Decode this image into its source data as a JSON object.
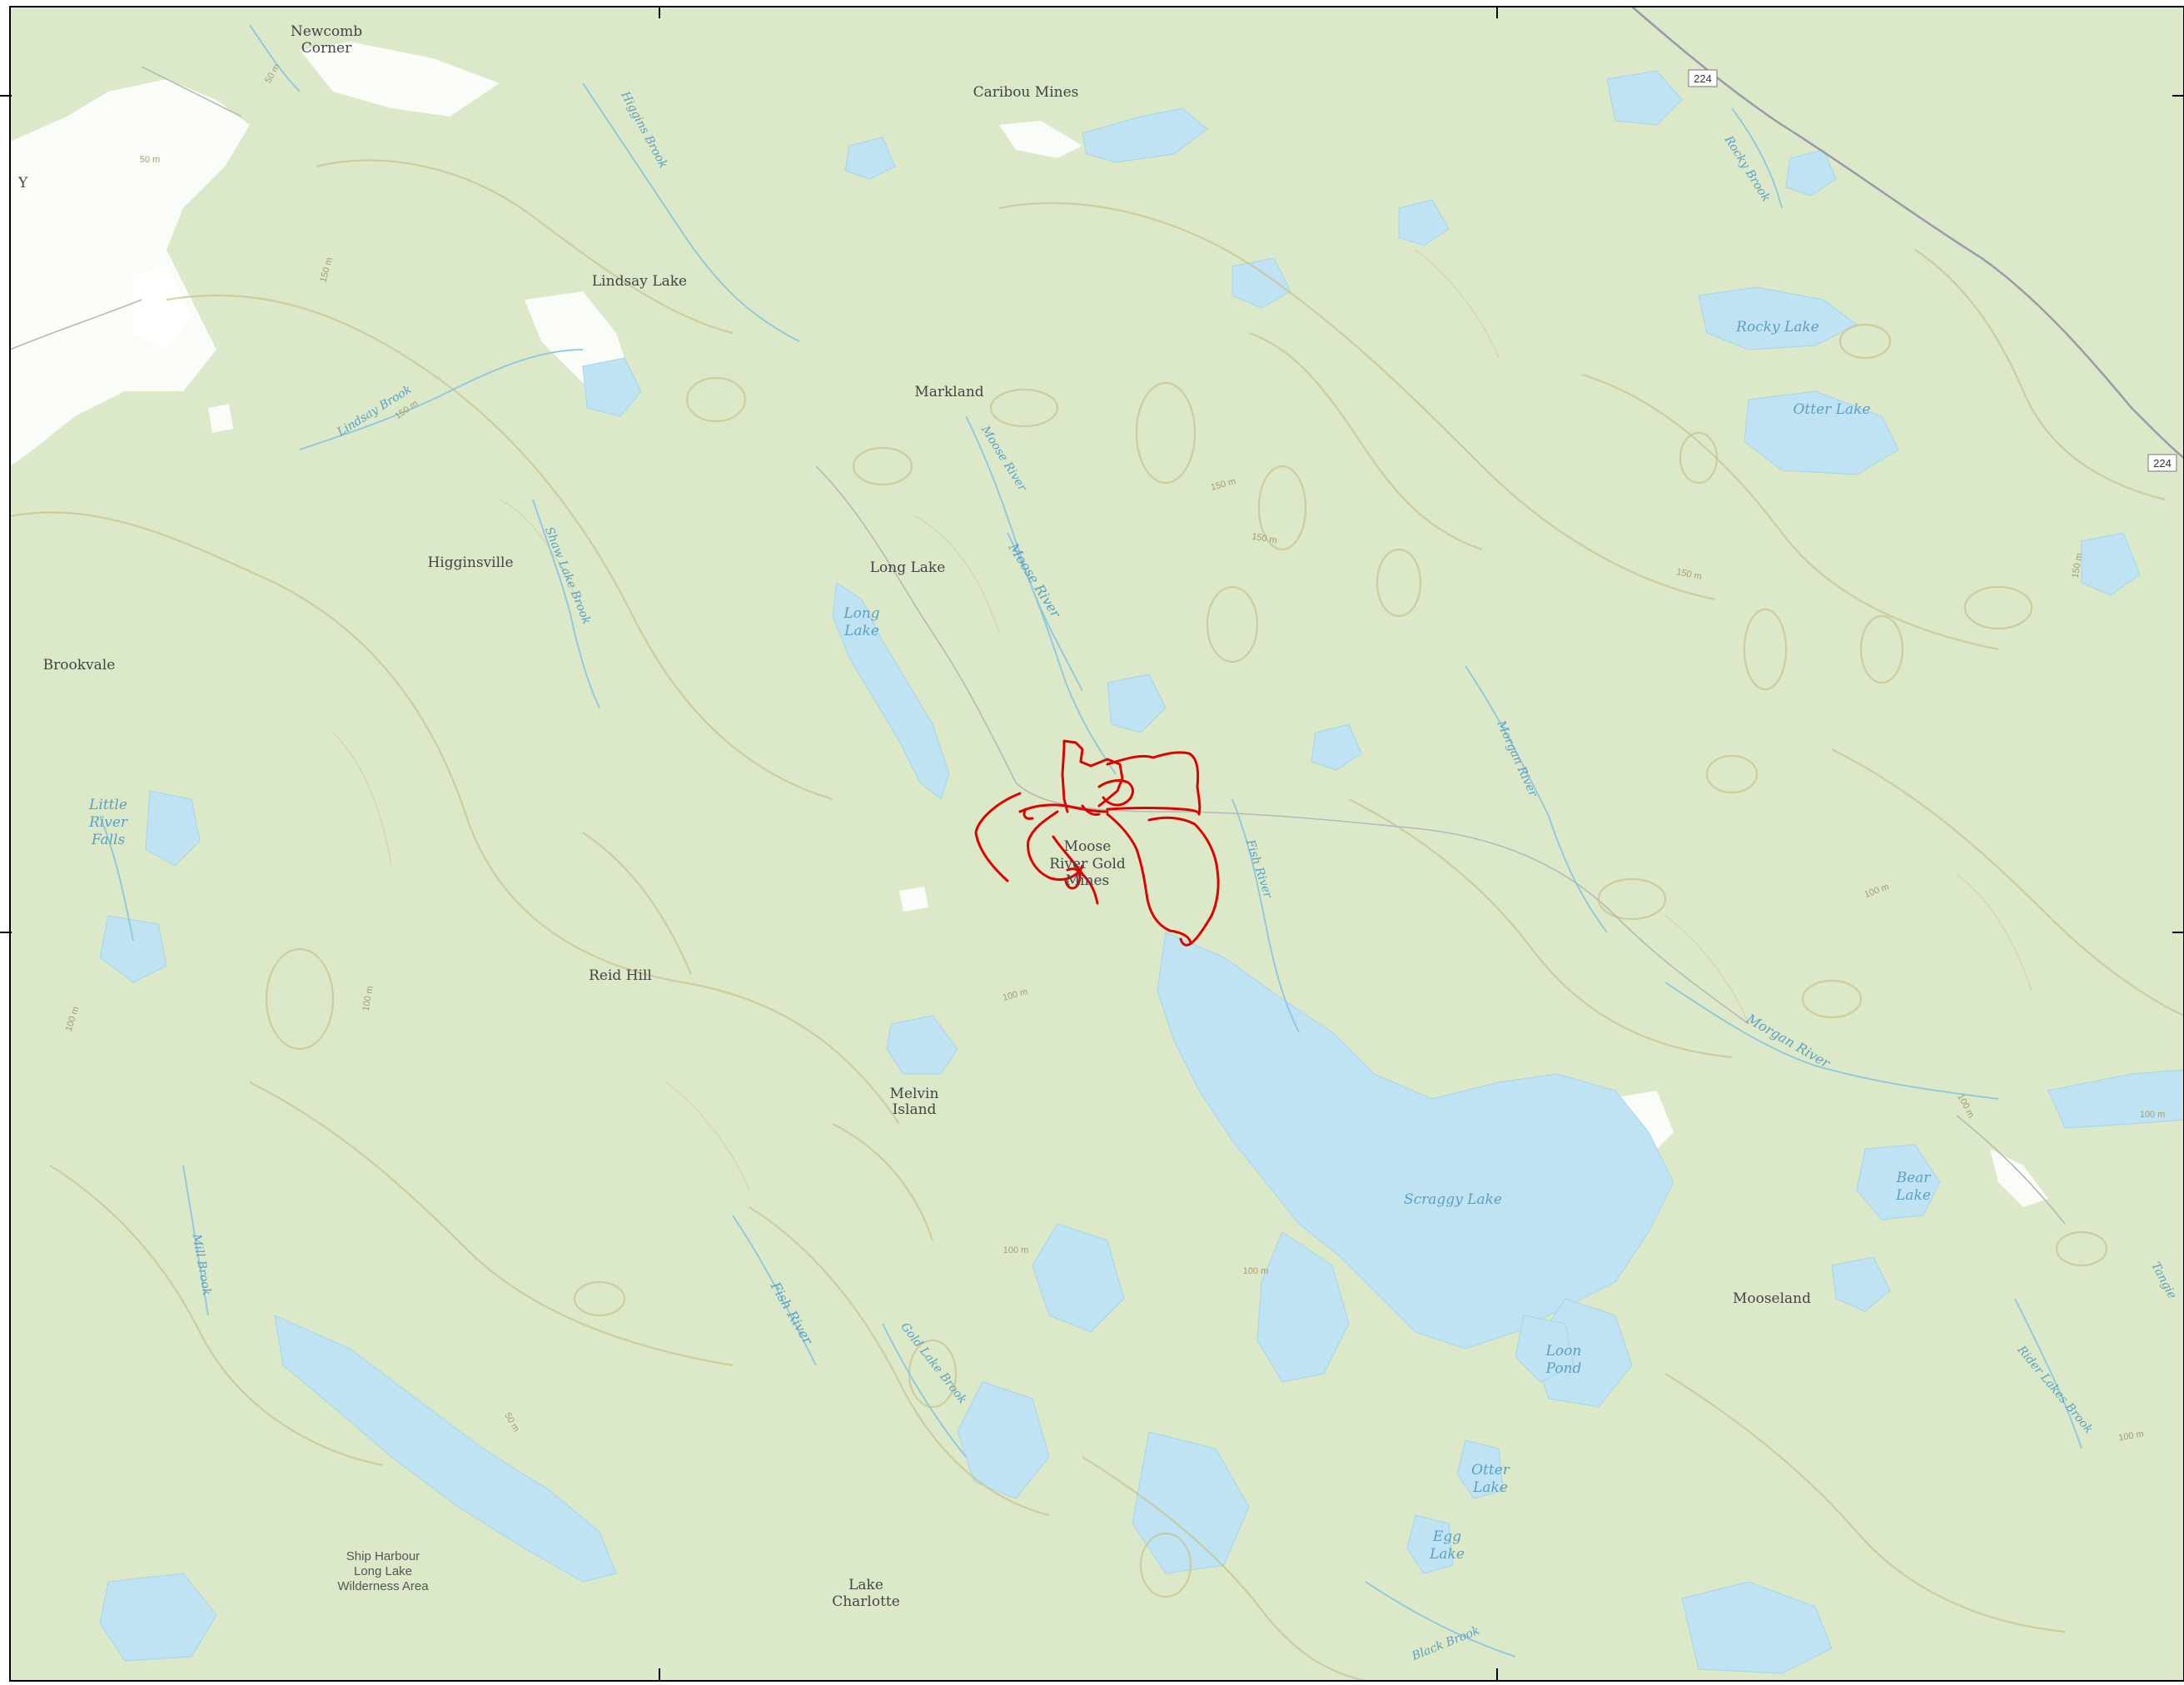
{
  "map": {
    "colors": {
      "land": "#dbe9c9",
      "water": "#bfe3f2",
      "water_label": "#5a9fc4",
      "contour": "#c9c28e",
      "track": "#e00000",
      "cleared": "#ffffff",
      "road": "#9a9aa8"
    },
    "labels": {
      "newcomb_corner_1": "Newcomb",
      "newcomb_corner_2": "Corner",
      "caribou_mines": "Caribou Mines",
      "lindsay_lake": "Lindsay Lake",
      "markland": "Markland",
      "higginsville": "Higginsville",
      "long_lake_town": "Long Lake",
      "brookvale": "Brookvale",
      "reid_hill": "Reid Hill",
      "melvin_island_1": "Melvin",
      "melvin_island_2": "Island",
      "moose_river_gold_mines_1": "Moose",
      "moose_river_gold_mines_2": "River Gold",
      "moose_river_gold_mines_3": "Mines",
      "mooseland": "Mooseland",
      "ship_harbour_1": "Ship Harbour",
      "ship_harbour_2": "Long Lake",
      "ship_harbour_3": "Wilderness Area",
      "lake_charlotte_1": "Lake",
      "lake_charlotte_2": "Charlotte",
      "long_lake_water_1": "Long",
      "long_lake_water_2": "Lake",
      "rocky_lake": "Rocky Lake",
      "otter_lake_ne": "Otter Lake",
      "scraggy_lake": "Scraggy Lake",
      "bear_lake_1": "Bear",
      "bear_lake_2": "Lake",
      "loon_pond_1": "Loon",
      "loon_pond_2": "Pond",
      "otter_lake_s_1": "Otter",
      "otter_lake_s_2": "Lake",
      "egg_lake_1": "Egg",
      "egg_lake_2": "Lake",
      "little_river_falls_1": "Little",
      "little_river_falls_2": "River",
      "little_river_falls_3": "Falls",
      "higgins_brook": "Higgins Brook",
      "lindsay_brook": "Lindsay Brook",
      "moose_river_n": "Moose River",
      "moose_river": "Moose River",
      "shaw_lake_brook": "Shaw Lake Brook",
      "fish_river_e": "Fish River",
      "fish_river_s": "Fish River",
      "morgan_river_n": "Morgan River",
      "morgan_river_e": "Morgan River",
      "rocky_brook": "Rocky Brook",
      "mill_brook": "Mill Brook",
      "gold_lake_brook": "Gold Lake Brook",
      "black_brook": "Black Brook",
      "rider_lakes_brook": "Rider Lakes Brook",
      "tangier_partial": "Tangie",
      "route_224_n": "224",
      "route_224_e": "224",
      "edge_y": "Y",
      "contour_50m_a": "50 m",
      "contour_50m_b": "50 m",
      "contour_50m_c": "50 m",
      "contour_100m_a": "100 m",
      "contour_100m_b": "100 m",
      "contour_100m_c": "100 m",
      "contour_100m_d": "100 m",
      "contour_100m_e": "100 m",
      "contour_100m_f": "100 m",
      "contour_100m_g": "100 m",
      "contour_100m_h": "100 m",
      "contour_100m_i": "100 m",
      "contour_150m_a": "150 m",
      "contour_150m_b": "150 m",
      "contour_150m_c": "150 m",
      "contour_150m_d": "150 m",
      "contour_150m_e": "150 m",
      "contour_150m_f": "150 m"
    }
  }
}
